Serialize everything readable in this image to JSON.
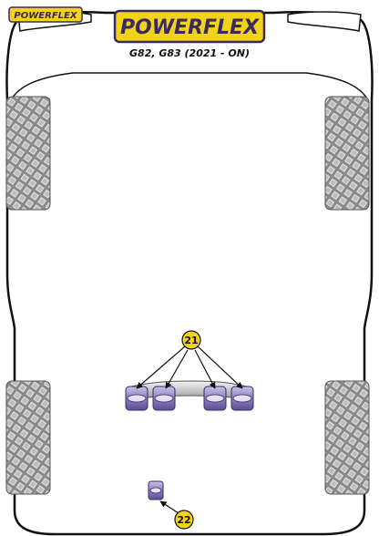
{
  "header": {
    "brand_small": "POWERFLEX",
    "brand_main": "POWERFLEX",
    "model_line": "G82, G83 (2021 - ON)"
  },
  "callouts": {
    "front_subframe": "21",
    "rear_mount": "22"
  },
  "colors": {
    "brand_yellow": "#f2d31a",
    "brand_purple": "#3a2a5e",
    "bush_purple": "#9a8fc4",
    "body_outline": "#111111",
    "tyre_grey": "#6e6e6e"
  }
}
